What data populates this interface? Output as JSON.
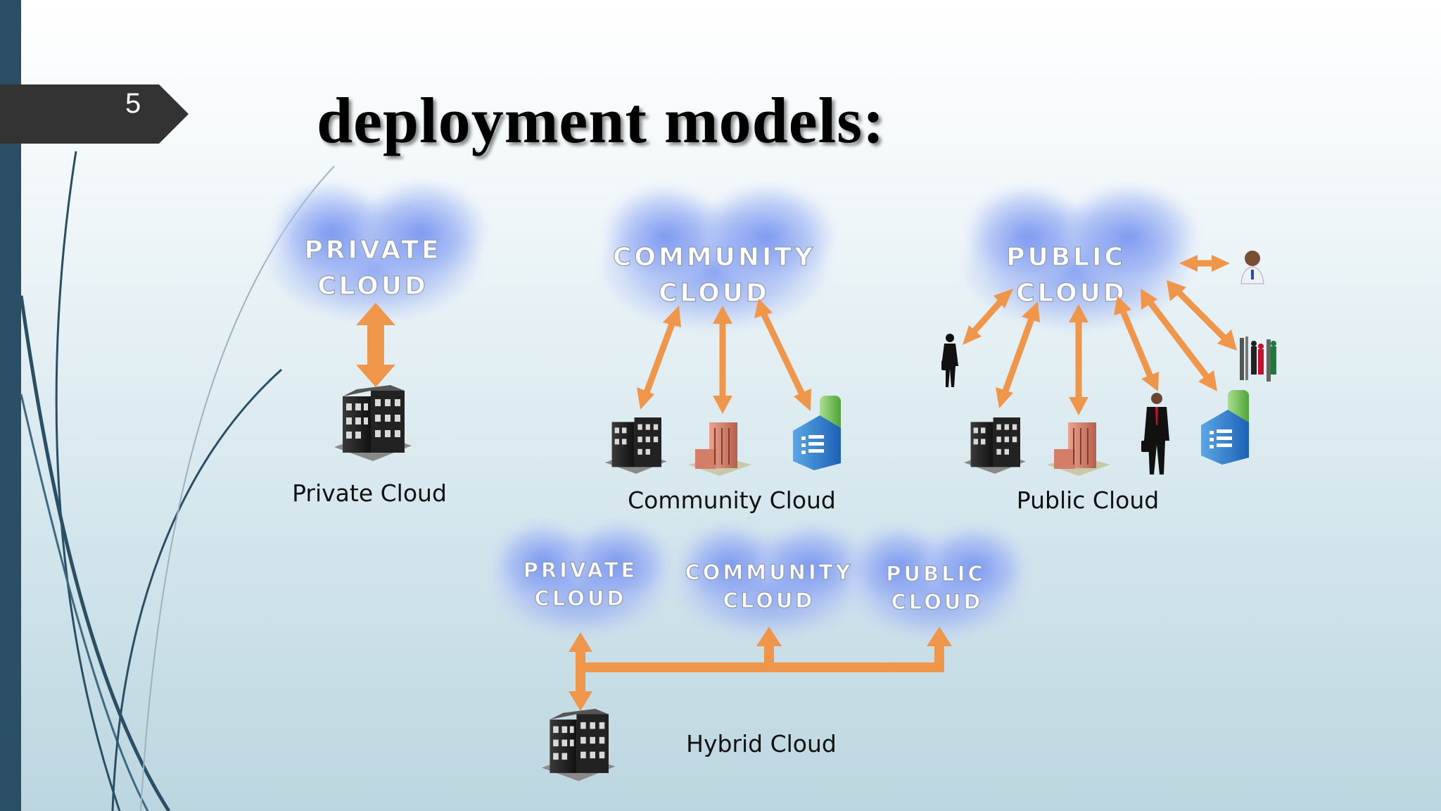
{
  "slide": {
    "number": "5",
    "title": "deployment models:"
  },
  "models": {
    "private": {
      "cloud_line1": "PRIVATE",
      "cloud_line2": "CLOUD",
      "caption": "Private Cloud"
    },
    "community": {
      "cloud_line1": "COMMUNITY",
      "cloud_line2": "CLOUD",
      "caption": "Community Cloud"
    },
    "public": {
      "cloud_line1": "PUBLIC",
      "cloud_line2": "CLOUD",
      "caption": "Public Cloud"
    },
    "hybrid": {
      "private_line1": "PRIVATE",
      "private_line2": "CLOUD",
      "community_line1": "COMMUNITY",
      "community_line2": "CLOUD",
      "public_line1": "PUBLIC",
      "public_line2": "CLOUD",
      "caption": "Hybrid Cloud"
    }
  },
  "colors": {
    "arrow": "#f0964a",
    "sidebar": "#2a4e63",
    "tab": "#333333",
    "cloud": "#8fa8f2"
  }
}
